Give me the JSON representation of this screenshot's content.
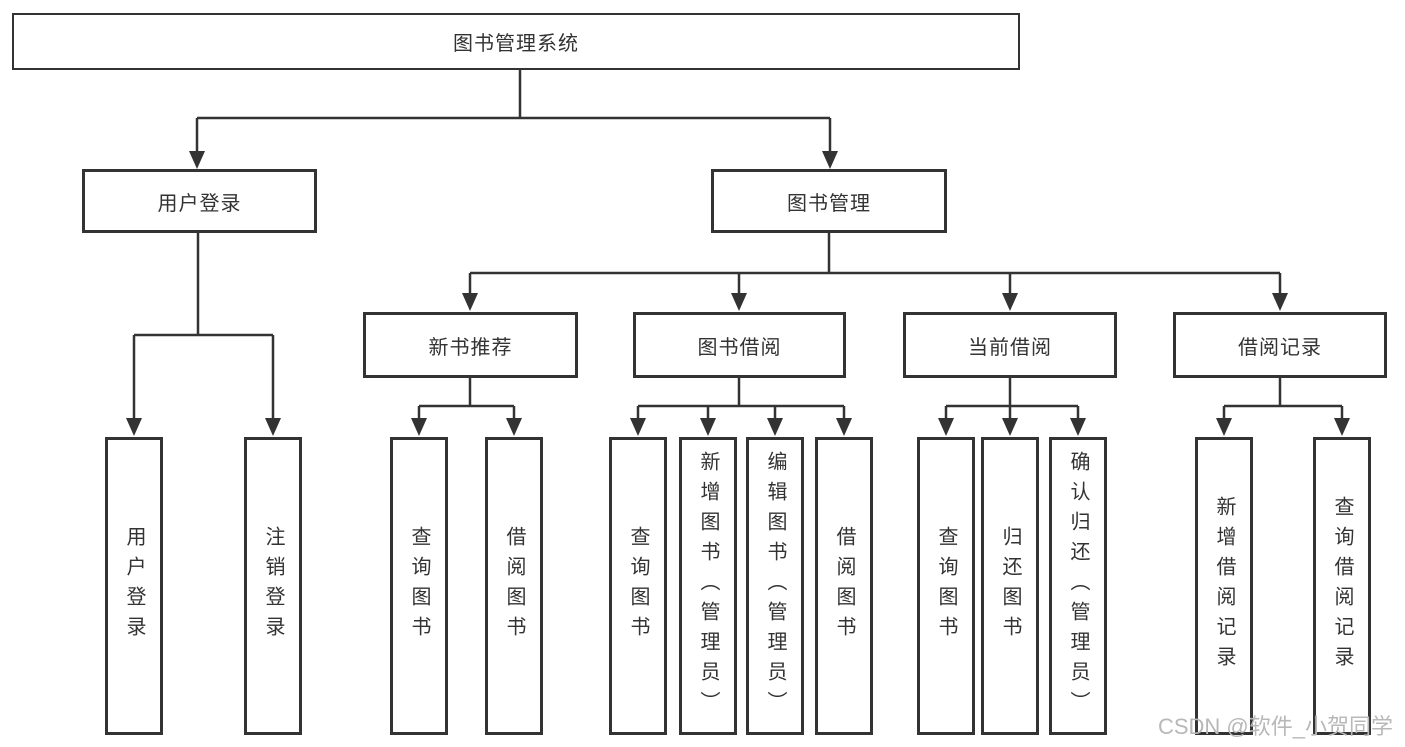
{
  "diagram": {
    "title": "图书管理系统",
    "nodes": {
      "root": "图书管理系统",
      "login_group": "用户登录",
      "book_mgmt_group": "图书管理",
      "new_book_rec": "新书推荐",
      "book_borrow": "图书借阅",
      "current_borrow": "当前借阅",
      "borrow_record": "借阅记录",
      "user_login": "用户登录",
      "logout": "注销登录",
      "nbr_query_book": "查询图书",
      "nbr_borrow_book": "借阅图书",
      "bb_query_book": "查询图书",
      "bb_add_book": "新增图书（管理员）",
      "bb_edit_book": "编辑图书（管理员）",
      "bb_borrow_book": "借阅图书",
      "cb_query_book": "查询图书",
      "cb_return_book": "归还图书",
      "cb_confirm_return": "确认归还（管理员）",
      "br_add_record": "新增借阅记录",
      "br_query_record": "查询借阅记录"
    },
    "colors": {
      "line": "#333333",
      "box_border": "#333333",
      "text": "#333333",
      "watermark": "#b8b8b8",
      "background": "#ffffff"
    }
  },
  "watermark": "CSDN @软件_小贺同学"
}
